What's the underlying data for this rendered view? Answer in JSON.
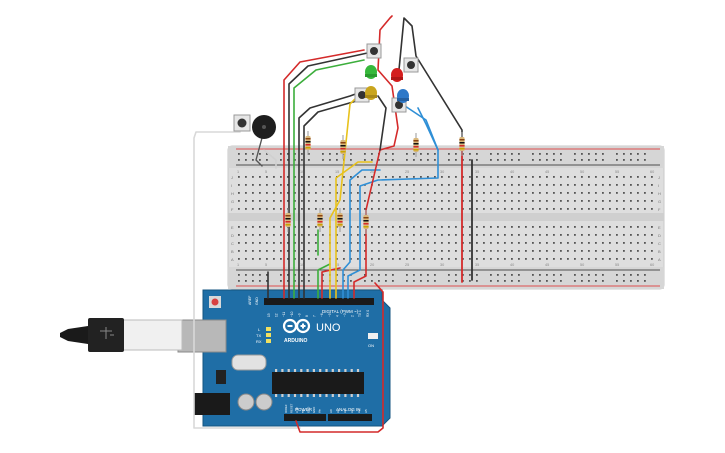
{
  "colors": {
    "breadboard": "#dcdcdc",
    "board": "#1f6ea6",
    "rail_red": "#e02020",
    "rail_black": "#222222",
    "wire_red": "#d42a2a",
    "wire_green": "#3cae3c",
    "wire_yellow": "#e8c21c",
    "wire_blue": "#2f8fd6",
    "wire_black": "#333333",
    "wire_white": "#d8d8d8",
    "led_green": "#36b83b",
    "led_red": "#d41e1e",
    "led_yellow": "#c9a51e",
    "led_blue": "#2d78c8"
  },
  "breadboard": {
    "row_letters_top": [
      "J",
      "I",
      "H",
      "G",
      "F"
    ],
    "row_letters_bottom": [
      "E",
      "D",
      "C",
      "B",
      "A"
    ],
    "column_numbers": [
      "1",
      "5",
      "10",
      "15",
      "20",
      "25",
      "30",
      "35",
      "40",
      "45",
      "50",
      "55",
      "60"
    ]
  },
  "arduino": {
    "model": "UNO",
    "brand": "ARDUINO",
    "digital_label": "DIGITAL (PWM ~)",
    "power_label": "POWER",
    "analog_label": "ANALOG IN",
    "on_label": "ON",
    "tx_label": "TX",
    "rx_label": "RX",
    "l_label": "L",
    "aref_label": "AREF",
    "gnd_label": "GND",
    "digital_pins": [
      "13",
      "12",
      "~11",
      "~10",
      "~9",
      "8",
      "7",
      "~6",
      "~5",
      "4",
      "~3",
      "2",
      "TX 1",
      "RX 0"
    ],
    "power_pins": [
      "IOREF",
      "RESET",
      "3.3V",
      "5V",
      "GND",
      "GND",
      "Vin"
    ],
    "analog_pins": [
      "A0",
      "A1",
      "A2",
      "A3",
      "A4",
      "A5"
    ]
  }
}
